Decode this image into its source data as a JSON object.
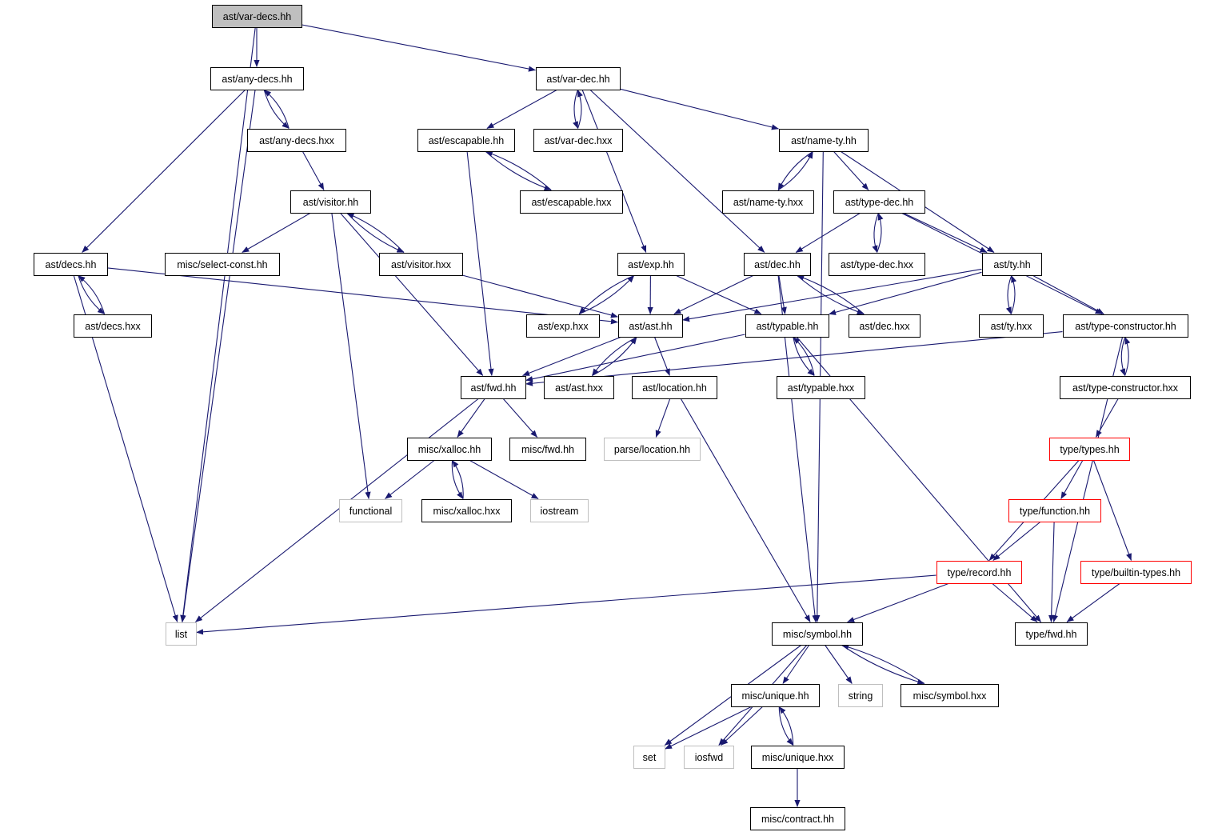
{
  "colors": {
    "edge": "#191970",
    "node_border": "#000000",
    "node_border_external": "#bfbfbf",
    "node_border_truncated": "#ff0000",
    "root_fill": "#bfbfbf",
    "node_fill": "#ffffff",
    "text": "#000000"
  },
  "nodes": [
    {
      "id": "var_decs_hh",
      "label": "ast/var-decs.hh",
      "kind": "root"
    },
    {
      "id": "any_decs_hh",
      "label": "ast/any-decs.hh",
      "kind": "normal"
    },
    {
      "id": "var_dec_hh",
      "label": "ast/var-dec.hh",
      "kind": "normal"
    },
    {
      "id": "any_decs_hxx",
      "label": "ast/any-decs.hxx",
      "kind": "normal"
    },
    {
      "id": "escapable_hh",
      "label": "ast/escapable.hh",
      "kind": "normal"
    },
    {
      "id": "var_dec_hxx",
      "label": "ast/var-dec.hxx",
      "kind": "normal"
    },
    {
      "id": "name_ty_hh",
      "label": "ast/name-ty.hh",
      "kind": "normal"
    },
    {
      "id": "visitor_hh",
      "label": "ast/visitor.hh",
      "kind": "normal"
    },
    {
      "id": "escapable_hxx",
      "label": "ast/escapable.hxx",
      "kind": "normal"
    },
    {
      "id": "name_ty_hxx",
      "label": "ast/name-ty.hxx",
      "kind": "normal"
    },
    {
      "id": "type_dec_hh",
      "label": "ast/type-dec.hh",
      "kind": "normal"
    },
    {
      "id": "decs_hh",
      "label": "ast/decs.hh",
      "kind": "normal"
    },
    {
      "id": "select_const_hh",
      "label": "misc/select-const.hh",
      "kind": "normal"
    },
    {
      "id": "visitor_hxx",
      "label": "ast/visitor.hxx",
      "kind": "normal"
    },
    {
      "id": "exp_hh",
      "label": "ast/exp.hh",
      "kind": "normal"
    },
    {
      "id": "dec_hh",
      "label": "ast/dec.hh",
      "kind": "normal"
    },
    {
      "id": "type_dec_hxx",
      "label": "ast/type-dec.hxx",
      "kind": "normal"
    },
    {
      "id": "ty_hh",
      "label": "ast/ty.hh",
      "kind": "normal"
    },
    {
      "id": "decs_hxx",
      "label": "ast/decs.hxx",
      "kind": "normal"
    },
    {
      "id": "exp_hxx",
      "label": "ast/exp.hxx",
      "kind": "normal"
    },
    {
      "id": "ast_hh",
      "label": "ast/ast.hh",
      "kind": "normal"
    },
    {
      "id": "typable_hh",
      "label": "ast/typable.hh",
      "kind": "normal"
    },
    {
      "id": "dec_hxx",
      "label": "ast/dec.hxx",
      "kind": "normal"
    },
    {
      "id": "ty_hxx",
      "label": "ast/ty.hxx",
      "kind": "normal"
    },
    {
      "id": "type_constructor_hh",
      "label": "ast/type-constructor.hh",
      "kind": "normal"
    },
    {
      "id": "fwd_hh",
      "label": "ast/fwd.hh",
      "kind": "normal"
    },
    {
      "id": "ast_hxx",
      "label": "ast/ast.hxx",
      "kind": "normal"
    },
    {
      "id": "location_hh",
      "label": "ast/location.hh",
      "kind": "normal"
    },
    {
      "id": "typable_hxx",
      "label": "ast/typable.hxx",
      "kind": "normal"
    },
    {
      "id": "type_constructor_hxx",
      "label": "ast/type-constructor.hxx",
      "kind": "normal"
    },
    {
      "id": "xalloc_hh",
      "label": "misc/xalloc.hh",
      "kind": "normal"
    },
    {
      "id": "misc_fwd_hh",
      "label": "misc/fwd.hh",
      "kind": "normal"
    },
    {
      "id": "parse_location_hh",
      "label": "parse/location.hh",
      "kind": "external"
    },
    {
      "id": "types_hh",
      "label": "type/types.hh",
      "kind": "truncated"
    },
    {
      "id": "functional",
      "label": "functional",
      "kind": "external"
    },
    {
      "id": "xalloc_hxx",
      "label": "misc/xalloc.hxx",
      "kind": "normal"
    },
    {
      "id": "iostream",
      "label": "iostream",
      "kind": "external"
    },
    {
      "id": "function_hh",
      "label": "type/function.hh",
      "kind": "truncated"
    },
    {
      "id": "record_hh",
      "label": "type/record.hh",
      "kind": "truncated"
    },
    {
      "id": "builtin_types_hh",
      "label": "type/builtin-types.hh",
      "kind": "truncated"
    },
    {
      "id": "list",
      "label": "list",
      "kind": "external"
    },
    {
      "id": "symbol_hh",
      "label": "misc/symbol.hh",
      "kind": "normal"
    },
    {
      "id": "type_fwd_hh",
      "label": "type/fwd.hh",
      "kind": "normal"
    },
    {
      "id": "unique_hh",
      "label": "misc/unique.hh",
      "kind": "normal"
    },
    {
      "id": "string",
      "label": "string",
      "kind": "external"
    },
    {
      "id": "symbol_hxx",
      "label": "misc/symbol.hxx",
      "kind": "normal"
    },
    {
      "id": "set",
      "label": "set",
      "kind": "external"
    },
    {
      "id": "iosfwd",
      "label": "iosfwd",
      "kind": "external"
    },
    {
      "id": "unique_hxx",
      "label": "misc/unique.hxx",
      "kind": "normal"
    },
    {
      "id": "contract_hh",
      "label": "misc/contract.hh",
      "kind": "normal"
    }
  ],
  "edges": [
    [
      "var_decs_hh",
      "any_decs_hh"
    ],
    [
      "var_decs_hh",
      "var_dec_hh"
    ],
    [
      "var_decs_hh",
      "list"
    ],
    [
      "any_decs_hh",
      "any_decs_hxx"
    ],
    [
      "any_decs_hh",
      "decs_hh"
    ],
    [
      "any_decs_hh",
      "list"
    ],
    [
      "any_decs_hxx",
      "any_decs_hh"
    ],
    [
      "any_decs_hxx",
      "visitor_hh"
    ],
    [
      "visitor_hh",
      "select_const_hh"
    ],
    [
      "visitor_hh",
      "visitor_hxx"
    ],
    [
      "visitor_hh",
      "fwd_hh"
    ],
    [
      "visitor_hh",
      "functional"
    ],
    [
      "visitor_hxx",
      "visitor_hh"
    ],
    [
      "visitor_hxx",
      "ast_hh"
    ],
    [
      "var_dec_hh",
      "escapable_hh"
    ],
    [
      "var_dec_hh",
      "var_dec_hxx"
    ],
    [
      "var_dec_hh",
      "name_ty_hh"
    ],
    [
      "var_dec_hh",
      "exp_hh"
    ],
    [
      "var_dec_hh",
      "dec_hh"
    ],
    [
      "var_dec_hxx",
      "var_dec_hh"
    ],
    [
      "escapable_hh",
      "escapable_hxx"
    ],
    [
      "escapable_hh",
      "fwd_hh"
    ],
    [
      "escapable_hxx",
      "escapable_hh"
    ],
    [
      "name_ty_hh",
      "name_ty_hxx"
    ],
    [
      "name_ty_hh",
      "type_dec_hh"
    ],
    [
      "name_ty_hh",
      "ty_hh"
    ],
    [
      "name_ty_hh",
      "symbol_hh"
    ],
    [
      "name_ty_hxx",
      "name_ty_hh"
    ],
    [
      "type_dec_hh",
      "dec_hh"
    ],
    [
      "type_dec_hh",
      "type_dec_hxx"
    ],
    [
      "type_dec_hh",
      "ty_hh"
    ],
    [
      "type_dec_hh",
      "type_constructor_hh"
    ],
    [
      "type_dec_hxx",
      "type_dec_hh"
    ],
    [
      "decs_hh",
      "decs_hxx"
    ],
    [
      "decs_hh",
      "ast_hh"
    ],
    [
      "decs_hh",
      "list"
    ],
    [
      "decs_hxx",
      "decs_hh"
    ],
    [
      "exp_hh",
      "exp_hxx"
    ],
    [
      "exp_hh",
      "ast_hh"
    ],
    [
      "exp_hh",
      "typable_hh"
    ],
    [
      "exp_hxx",
      "exp_hh"
    ],
    [
      "dec_hh",
      "ast_hh"
    ],
    [
      "dec_hh",
      "typable_hh"
    ],
    [
      "dec_hh",
      "dec_hxx"
    ],
    [
      "dec_hh",
      "symbol_hh"
    ],
    [
      "dec_hxx",
      "dec_hh"
    ],
    [
      "ty_hh",
      "ast_hh"
    ],
    [
      "ty_hh",
      "typable_hh"
    ],
    [
      "ty_hh",
      "ty_hxx"
    ],
    [
      "ty_hh",
      "type_constructor_hh"
    ],
    [
      "ty_hxx",
      "ty_hh"
    ],
    [
      "ast_hh",
      "fwd_hh"
    ],
    [
      "ast_hh",
      "ast_hxx"
    ],
    [
      "ast_hh",
      "location_hh"
    ],
    [
      "ast_hxx",
      "ast_hh"
    ],
    [
      "typable_hh",
      "fwd_hh"
    ],
    [
      "typable_hh",
      "typable_hxx"
    ],
    [
      "typable_hh",
      "type_fwd_hh"
    ],
    [
      "typable_hxx",
      "typable_hh"
    ],
    [
      "type_constructor_hh",
      "fwd_hh"
    ],
    [
      "type_constructor_hh",
      "type_constructor_hxx"
    ],
    [
      "type_constructor_hh",
      "type_fwd_hh"
    ],
    [
      "type_constructor_hxx",
      "type_constructor_hh"
    ],
    [
      "type_constructor_hxx",
      "types_hh"
    ],
    [
      "fwd_hh",
      "xalloc_hh"
    ],
    [
      "fwd_hh",
      "misc_fwd_hh"
    ],
    [
      "fwd_hh",
      "list"
    ],
    [
      "location_hh",
      "parse_location_hh"
    ],
    [
      "location_hh",
      "symbol_hh"
    ],
    [
      "xalloc_hh",
      "functional"
    ],
    [
      "xalloc_hh",
      "xalloc_hxx"
    ],
    [
      "xalloc_hh",
      "iostream"
    ],
    [
      "xalloc_hxx",
      "xalloc_hh"
    ],
    [
      "types_hh",
      "function_hh"
    ],
    [
      "types_hh",
      "record_hh"
    ],
    [
      "types_hh",
      "builtin_types_hh"
    ],
    [
      "function_hh",
      "record_hh"
    ],
    [
      "function_hh",
      "type_fwd_hh"
    ],
    [
      "record_hh",
      "list"
    ],
    [
      "record_hh",
      "symbol_hh"
    ],
    [
      "record_hh",
      "type_fwd_hh"
    ],
    [
      "builtin_types_hh",
      "type_fwd_hh"
    ],
    [
      "symbol_hh",
      "unique_hh"
    ],
    [
      "symbol_hh",
      "string"
    ],
    [
      "symbol_hh",
      "symbol_hxx"
    ],
    [
      "symbol_hh",
      "set"
    ],
    [
      "symbol_hh",
      "iosfwd"
    ],
    [
      "symbol_hxx",
      "symbol_hh"
    ],
    [
      "unique_hh",
      "set"
    ],
    [
      "unique_hh",
      "iosfwd"
    ],
    [
      "unique_hh",
      "unique_hxx"
    ],
    [
      "unique_hxx",
      "unique_hh"
    ],
    [
      "unique_hxx",
      "contract_hh"
    ]
  ]
}
